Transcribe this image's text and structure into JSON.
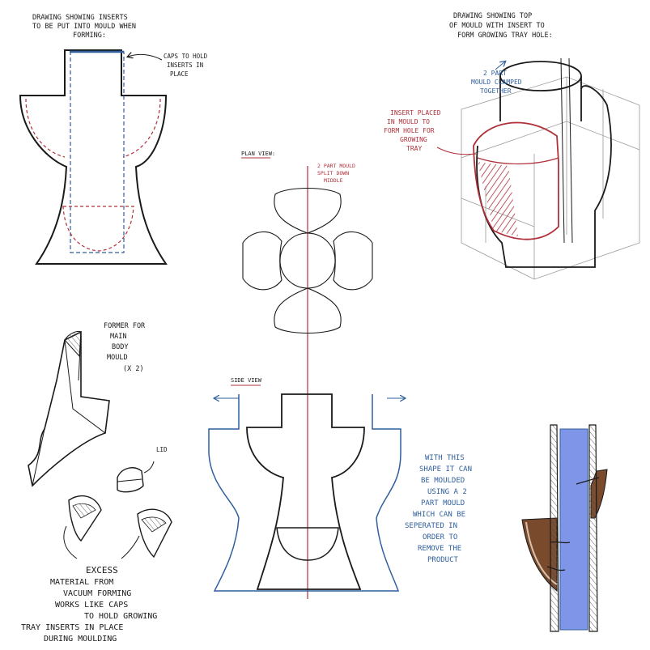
{
  "colors": {
    "ink": "#1a1a1a",
    "blue": "#2f5f9e",
    "red": "#b0303a",
    "light_blue": "#7f95e8",
    "brown": "#7a4a2c",
    "grey": "#9a9a9a"
  },
  "top_left": {
    "title_line1": "Drawing showing inserts",
    "title_line2": "to be put into mould when",
    "title_line3": "forming:",
    "caps_note_line1": "caps to hold",
    "caps_note_line2": "inserts in",
    "caps_note_line3": "place"
  },
  "top_right": {
    "title_line1": "Drawing showing top",
    "title_line2": "of mould with insert to",
    "title_line3": "form growing tray hole:",
    "mould_note_line1": "2 part",
    "mould_note_line2": "mould clamped",
    "mould_note_line3": "together",
    "insert_note_line1": "insert placed",
    "insert_note_line2": "in mould to",
    "insert_note_line3": "form hole for",
    "insert_note_line4": "growing",
    "insert_note_line5": "tray"
  },
  "center": {
    "plan_view_label": "Plan view:",
    "split_note_line1": "2 part mould",
    "split_note_line2": "split down",
    "split_note_line3": "middle",
    "side_view_label": "Side view"
  },
  "left_bottom": {
    "former_line1": "Former for",
    "former_line2": "main",
    "former_line3": "body",
    "former_line4": "mould",
    "former_line5": "(x 2)",
    "lid_label": "lid",
    "excess_line1": "Excess",
    "excess_line2": "material from",
    "excess_line3": "vacuum forming",
    "excess_line4": "works like caps",
    "excess_line5": "to hold growing",
    "excess_line6": "tray inserts in place",
    "excess_line7": "during moulding"
  },
  "right_bottom": {
    "shape_note_line1": "With this",
    "shape_note_line2": "shape it can",
    "shape_note_line3": "be moulded",
    "shape_note_line4": "using a 2",
    "shape_note_line5": "part mould",
    "shape_note_line6": "which can be",
    "shape_note_line7": "seperated in",
    "shape_note_line8": "order to",
    "shape_note_line9": "remove the",
    "shape_note_line10": "product"
  }
}
